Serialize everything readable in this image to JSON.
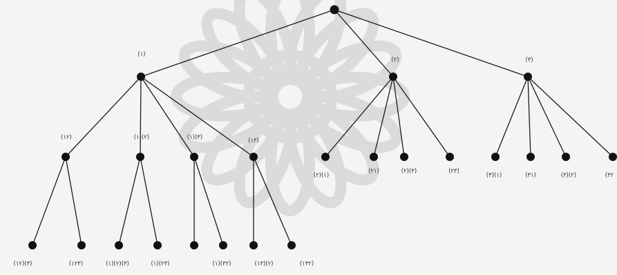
{
  "diagram": {
    "type": "tree",
    "nodes": [
      {
        "id": "root",
        "label": "",
        "children": [
          "n1",
          "n2",
          "n3"
        ]
      },
      {
        "id": "n1",
        "label": "(۱)",
        "children": [
          "n12",
          "n1_2",
          "n1_3",
          "n13"
        ]
      },
      {
        "id": "n2",
        "label": "(۲)",
        "children": [
          "n2_1",
          "n21",
          "n2_3",
          "n23"
        ]
      },
      {
        "id": "n3",
        "label": "(۳)",
        "children": [
          "n3_1",
          "n31",
          "n3_2",
          "n32"
        ]
      },
      {
        "id": "n12",
        "label": "(۱۲)",
        "children": [
          "n12_3",
          "n123"
        ]
      },
      {
        "id": "n1_2",
        "label": "(۱)(۲)",
        "children": [
          "n1_2_3",
          "n1_23"
        ]
      },
      {
        "id": "n1_3",
        "label": "(۱)(۳)",
        "children": [
          "n1_3a",
          "n1_32"
        ]
      },
      {
        "id": "n13",
        "label": "(۱۳)",
        "children": [
          "n13_2",
          "n132"
        ]
      },
      {
        "id": "n2_1",
        "label": "(۲)(۱)",
        "children": []
      },
      {
        "id": "n21",
        "label": "(۲۱)",
        "children": []
      },
      {
        "id": "n2_3",
        "label": "(۲)(۳)",
        "children": []
      },
      {
        "id": "n23",
        "label": "(۲۳)",
        "children": []
      },
      {
        "id": "n3_1",
        "label": "(۳)(۱)",
        "children": []
      },
      {
        "id": "n31",
        "label": "(۳۱)",
        "children": []
      },
      {
        "id": "n3_2",
        "label": "(۳)(۲)",
        "children": []
      },
      {
        "id": "n32",
        "label": "(۳۲",
        "children": []
      },
      {
        "id": "n12_3",
        "label": "(۱۲)(۳)",
        "children": []
      },
      {
        "id": "n123",
        "label": "(۱۲۳)",
        "children": []
      },
      {
        "id": "n1_2_3",
        "label": "(۱)(۲)(۳)",
        "children": []
      },
      {
        "id": "n1_23",
        "label": "(۱)(۲۳)",
        "children": []
      },
      {
        "id": "n1_3a",
        "label": "",
        "children": []
      },
      {
        "id": "n1_32",
        "label": "(۱)(۳۲)",
        "children": []
      },
      {
        "id": "n13_2",
        "label": "(۱۳)(۲)",
        "children": []
      },
      {
        "id": "n132",
        "label": "(۱۳۲)",
        "children": []
      }
    ]
  },
  "colors": {
    "background": "#f4f4f2",
    "node": "#111111",
    "edge": "#1a1a1a",
    "watermark": "#c8c8c8"
  }
}
